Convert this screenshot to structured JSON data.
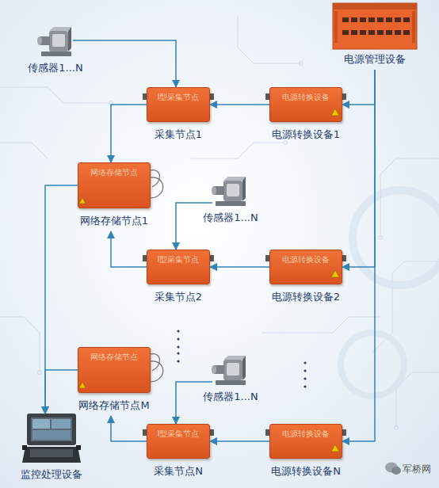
{
  "diagram": {
    "nodes": [
      {
        "text": [
          "传感器1...N"
        ]
      },
      {
        "text": [
          "电源管理设备"
        ]
      },
      {
        "text": [
          "I型采集节点",
          "采集节点1"
        ]
      },
      {
        "text": [
          "电源转换设备",
          "电源转换设备1"
        ]
      },
      {
        "text": [
          "网络存储节点",
          "网络存储节点1"
        ]
      },
      {
        "text": [
          "传感器1...N"
        ]
      },
      {
        "text": [
          "I型采集节点",
          "采集节点2"
        ]
      },
      {
        "text": [
          "电源转换设备",
          "电源转换设备2"
        ]
      },
      {
        "text": [
          "网络存储节点",
          "网络存储节点M"
        ]
      },
      {
        "text": [
          "传感器1...N"
        ]
      },
      {
        "text": [
          "I型采集节点",
          "采集节点N"
        ]
      },
      {
        "text": [
          "电源转换设备",
          "电源转换设备N"
        ]
      },
      {
        "text": [
          "监控处理设备"
        ]
      }
    ],
    "edges": [
      {
        "from": 0,
        "to": 2,
        "arrow": "to"
      },
      {
        "from": 3,
        "to": 2,
        "arrow": "to"
      },
      {
        "from": 1,
        "to": 3,
        "arrow": "to"
      },
      {
        "from": 2,
        "to": 4,
        "arrow": "to"
      },
      {
        "from": 5,
        "to": 6,
        "arrow": "to"
      },
      {
        "from": 7,
        "to": 6,
        "arrow": "to"
      },
      {
        "from": 1,
        "to": 7,
        "arrow": "to"
      },
      {
        "from": 6,
        "to": 4,
        "arrow": "to"
      },
      {
        "from": 9,
        "to": 10,
        "arrow": "to"
      },
      {
        "from": 11,
        "to": 10,
        "arrow": "to"
      },
      {
        "from": 1,
        "to": 11,
        "arrow": "to"
      },
      {
        "from": 10,
        "to": 8,
        "arrow": "to"
      },
      {
        "from": 4,
        "to": 12,
        "arrow": "to"
      },
      {
        "from": 8,
        "to": 12,
        "arrow": "to"
      }
    ],
    "labels": [
      "军桥网"
    ]
  }
}
